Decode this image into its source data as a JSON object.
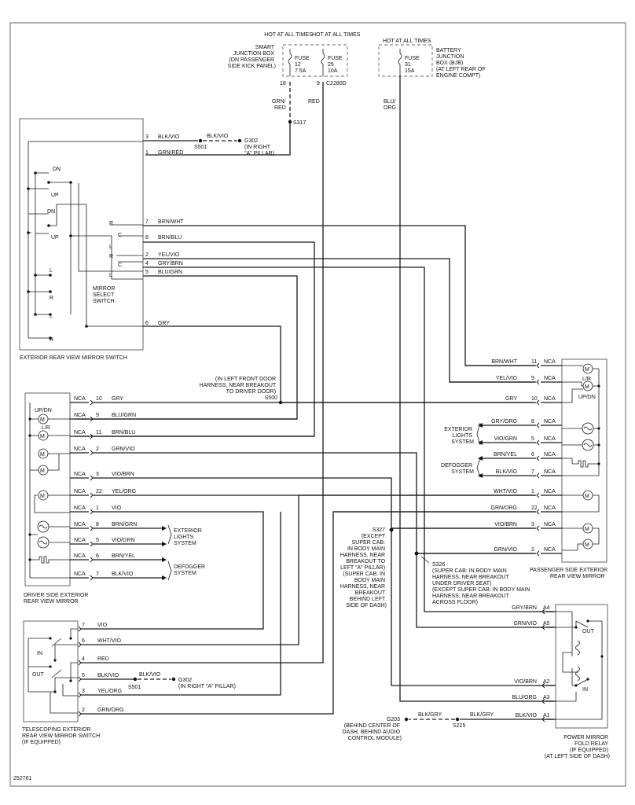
{
  "doc_id": "252761",
  "fuses": {
    "hot1": "HOT AT ALL TIMES",
    "hot2": "HOT AT ALL TIMES",
    "hot3": "HOT AT ALL TIMES",
    "sjb": [
      "SMART",
      "JUNCTION BOX",
      "(ON PASSENGER",
      "SIDE KICK PANEL)"
    ],
    "fuse12": [
      "FUSE",
      "12",
      "7.5A"
    ],
    "fuse25": [
      "FUSE",
      "25",
      "10A"
    ],
    "bjb": [
      "BATTERY",
      "JUNCTION",
      "BOX (BJB)",
      "(AT LEFT REAR OF",
      "ENGINE COMPT)"
    ],
    "fuse31": [
      "FUSE",
      "31",
      "15A"
    ],
    "pin18": "18",
    "pin9": "9",
    "c2280d": "C2280D"
  },
  "top_wires": {
    "grn_red": [
      "GRN/",
      "RED"
    ],
    "red": "RED",
    "blu_org": [
      "BLU/",
      "ORG"
    ],
    "s317": "S317"
  },
  "switch": {
    "title": "EXTERIOR REAR VIEW MIRROR SWITCH",
    "dn1": "DN",
    "up1": "UP",
    "dn2": "DN",
    "up2": "UP",
    "l1": "L",
    "r1": "R",
    "l2": "L",
    "r2": "R",
    "sel_r": "R",
    "sel_c1": "C",
    "sel_l1": "L",
    "sel_r2": "R",
    "sel_c2": "C",
    "sel_l2": "L",
    "mirror_select": [
      "MIRROR",
      "SELECT",
      "SWITCH"
    ],
    "pins": [
      {
        "pin": "3",
        "color": "BLK/VIO"
      },
      {
        "pin": "1",
        "color": "GRN/RED"
      },
      {
        "pin": "7",
        "color": "BRN/WHT"
      },
      {
        "pin": "8",
        "color": "BRN/BLU"
      },
      {
        "pin": "2",
        "color": "YEL/VIO"
      },
      {
        "pin": "4",
        "color": "GRY/BRN"
      },
      {
        "pin": "5",
        "color": "BLU/GRN"
      },
      {
        "pin": "6",
        "color": "GRY"
      }
    ],
    "s501": "S501",
    "blk_vio2": "BLK/VIO",
    "g302": [
      "G302",
      "(IN RIGHT",
      "\"A\" PILLAR)"
    ]
  },
  "s500": [
    "(IN LEFT FRONT DOOR",
    "HARNESS, NEAR BREAKOUT",
    "TO DRIVER DOOR)",
    "S500"
  ],
  "driver_mirror": {
    "title": [
      "DRIVER SIDE EXTERIOR",
      "REAR VIEW MIRROR"
    ],
    "updn": "UP/DN",
    "lr": "L/R",
    "rows": [
      {
        "nca": "NCA",
        "pin": "10",
        "color": "GRY"
      },
      {
        "nca": "NCA",
        "pin": "9",
        "color": "BLU/GRN"
      },
      {
        "nca": "NCA",
        "pin": "11",
        "color": "BRN/BLU"
      },
      {
        "nca": "NCA",
        "pin": "2",
        "color": "GRN/VIO"
      },
      {
        "nca": "NCA",
        "pin": "3",
        "color": "VIO/BRN"
      },
      {
        "nca": "NCA",
        "pin": "22",
        "color": "YEL/ORG"
      },
      {
        "nca": "NCA",
        "pin": "1",
        "color": "VIO"
      },
      {
        "nca": "NCA",
        "pin": "8",
        "color": "BRN/GRN"
      },
      {
        "nca": "NCA",
        "pin": "5",
        "color": "VIO/GRN"
      },
      {
        "nca": "NCA",
        "pin": "6",
        "color": "BRN/YEL"
      },
      {
        "nca": "NCA",
        "pin": "7",
        "color": "BLK/VIO"
      }
    ],
    "ext_lights": [
      "EXTERIOR",
      "LIGHTS",
      "SYSTEM"
    ],
    "defogger": [
      "DEFOGGER",
      "SYSTEM"
    ]
  },
  "passenger_mirror": {
    "title": [
      "PASSENGER SIDE EXTERIOR",
      "REAR VIEW MIRROR"
    ],
    "lr": "L/R",
    "updn": "UP/DN",
    "rows": [
      {
        "color": "BRN/WHT",
        "pin": "11",
        "nca": "NCA"
      },
      {
        "color": "YEL/VIO",
        "pin": "9",
        "nca": "NCA"
      },
      {
        "color": "GRY",
        "pin": "10",
        "nca": "NCA"
      },
      {
        "color": "GRY/ORG",
        "pin": "8",
        "nca": "NCA"
      },
      {
        "color": "VIO/GRN",
        "pin": "5",
        "nca": "NCA"
      },
      {
        "color": "BRN/YEL",
        "pin": "6",
        "nca": "NCA"
      },
      {
        "color": "BLK/VIO",
        "pin": "7",
        "nca": "NCA"
      },
      {
        "color": "WHT/VIO",
        "pin": "1",
        "nca": "NCA"
      },
      {
        "color": "GRN/ORG",
        "pin": "22",
        "nca": "NCA"
      },
      {
        "color": "VIO/BRN",
        "pin": "3",
        "nca": "NCA"
      },
      {
        "color": "GRN/VIO",
        "pin": "2",
        "nca": "NCA"
      }
    ],
    "ext_lights": [
      "EXTERIOR",
      "LIGHTS",
      "SYSTEM"
    ],
    "defogger": [
      "DEFOGGER",
      "SYSTEM"
    ]
  },
  "splices": {
    "s327": [
      "S327",
      "(EXCEPT",
      "SUPER CAB:",
      "IN BODY MAIN",
      "HARNESS, NEAR",
      "BREAKOUT TO",
      "LEFT \"A\" PILLAR)",
      "(SUPER CAB: IN",
      "BODY MAIN",
      "HARNESS, NEAR",
      "BREAKOUT",
      "BEHIND LEFT",
      "SIDE OF DASH)"
    ],
    "s326": [
      "S326",
      "(SUPER CAB: IN BODY MAIN",
      "HARNESS, NEAR BREAKOUT",
      "UNDER DRIVER SEAT)",
      "(EXCEPT SUPER CAB: IN BODY MAIN",
      "HARNESS, NEAR BREAKOUT",
      "ACROSS FLOOR)"
    ]
  },
  "relay": {
    "title": [
      "POWER MIRROR",
      "FOLD RELAY",
      "(IF EQUIPPED)",
      "(AT LEFT SIDE OF DASH)"
    ],
    "out": "OUT",
    "in": "IN",
    "rows": [
      {
        "color": "GRY/BRN",
        "pin": "A4"
      },
      {
        "color": "GRN/VIO",
        "pin": "A5"
      },
      {
        "color": "VIO/BRN",
        "pin": "A2"
      },
      {
        "color": "BLU/ORG",
        "pin": "A3"
      },
      {
        "color": "BLK/VIO",
        "pin": "A1"
      }
    ],
    "blk_gry1": "BLK/GRY",
    "blk_gry2": "BLK/GRY",
    "s225": "S225",
    "g203": [
      "G203",
      "(BEHIND CENTER OF",
      "DASH, BEHIND AUDIO",
      "CONTROL MODULE)"
    ]
  },
  "telescoping": {
    "title": [
      "TELESCOPING EXTERIOR",
      "REAR VIEW MIRROR SWITCH",
      "(IF EQUIPPED)"
    ],
    "in": "IN",
    "out": "OUT",
    "rows": [
      {
        "pin": "7",
        "color": "VIO"
      },
      {
        "pin": "6",
        "color": "WHT/VIO"
      },
      {
        "pin": "4",
        "color": "RED"
      },
      {
        "pin": "5",
        "color": "BLK/VIO"
      },
      {
        "pin": "3",
        "color": "YEL/ORG"
      },
      {
        "pin": "2",
        "color": "GRN/ORG"
      }
    ],
    "s501": "S501",
    "blk_vio2": "BLK/VIO",
    "g302": [
      "G302",
      "(IN RIGHT \"A\" PILLAR)"
    ]
  }
}
